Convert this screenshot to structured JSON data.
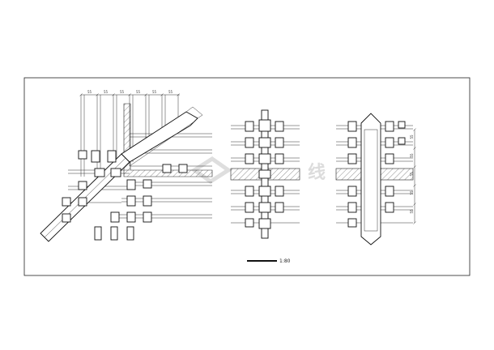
{
  "drawing": {
    "scale_label": "1:80",
    "watermark_text": "线",
    "left_view_dims": [
      "55",
      "55",
      "55",
      "55",
      "55",
      "55"
    ],
    "right_view_dims": [
      "55",
      "55",
      "55",
      "55",
      "55"
    ]
  },
  "colors": {
    "line": "#222222",
    "background": "#ffffff",
    "watermark": "#dcdcdc"
  }
}
